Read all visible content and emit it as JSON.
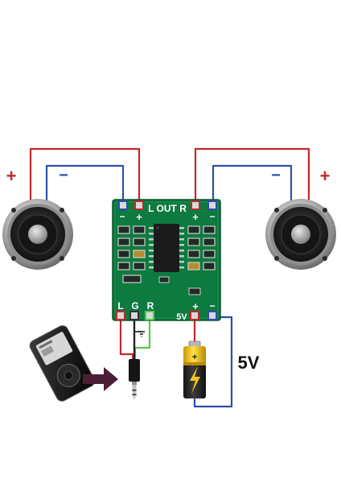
{
  "board": {
    "out_label": "L OUT R",
    "out_left_pins": {
      "minus": "−",
      "plus": "+"
    },
    "out_right_pins": {
      "plus": "+",
      "minus": "−"
    },
    "input_labels": {
      "left": "L",
      "ground": "G",
      "right": "R"
    },
    "power_label": "5V",
    "power_pins": {
      "plus": "+",
      "minus": "−"
    }
  },
  "speakers": {
    "left": {
      "plus_sign": "+",
      "minus_sign": "−"
    },
    "right": {
      "plus_sign": "+",
      "minus_sign": "−"
    }
  },
  "supply_voltage": "5V",
  "colors": {
    "wire_positive": "#c0282b",
    "wire_negative": "#2c4fa8",
    "wire_signal_green": "#57c84a",
    "wire_ground": "#222222",
    "pcb": "#0d7a3f",
    "arrow": "#4a1f35",
    "battery_yellow": "#f2c318"
  },
  "icons": {
    "speaker_left": "speaker-icon",
    "speaker_right": "speaker-icon",
    "media_player": "media-player-icon",
    "audio_jack": "audio-jack-icon",
    "battery": "battery-icon",
    "arrow": "arrow-right-icon",
    "ground": "ground-symbol-icon"
  }
}
